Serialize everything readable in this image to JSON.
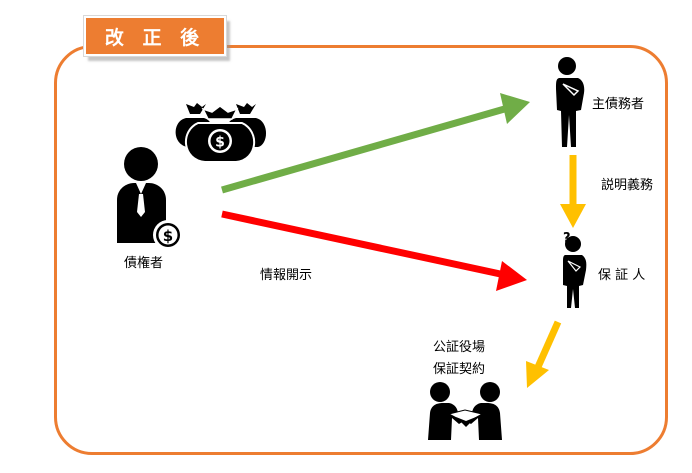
{
  "banner": {
    "title": "改 正 後"
  },
  "nodes": {
    "creditor": "債権者",
    "debtor": "主債務者",
    "guarantor": "保 証 人",
    "notary": "公証役場",
    "contract": "保証契約"
  },
  "edges": {
    "disclosure": "情報開示",
    "duty": "説明義務"
  },
  "colors": {
    "frame": "#ED7D31",
    "green_arrow": "#70AD47",
    "red_arrow": "#FF0000",
    "yellow_arrow": "#FFC000"
  },
  "icons": [
    "money-bags-icon",
    "businessman-dollar-icon",
    "thinking-person-icon",
    "question-mark-icon",
    "meeting-handshake-icon"
  ]
}
